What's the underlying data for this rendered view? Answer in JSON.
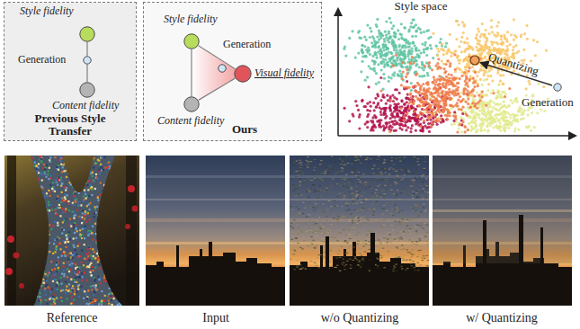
{
  "diagram": {
    "nodes": [
      {
        "text": [
          "Previous Style Transfer"
        ]
      },
      {
        "text": [
          "Style fidelity"
        ],
        "in": 0
      },
      {
        "text": [
          "Generation"
        ],
        "in": 0
      },
      {
        "text": [
          "Content fidelity"
        ],
        "in": 0
      },
      {
        "text": [
          "Ours"
        ]
      },
      {
        "text": [
          "Style fidelity"
        ],
        "in": 4
      },
      {
        "text": [
          "Generation"
        ],
        "in": 4
      },
      {
        "text": [
          "Visual fidelity"
        ],
        "in": 4
      },
      {
        "text": [
          "Content fidelity"
        ],
        "in": 4
      },
      {
        "text": [
          "Generation"
        ]
      }
    ],
    "edges": [
      {
        "from": 1,
        "to": 2,
        "arrow": "none"
      },
      {
        "from": 2,
        "to": 3,
        "arrow": "none"
      },
      {
        "from": 5,
        "to": 7,
        "arrow": "none"
      },
      {
        "from": 7,
        "to": 8,
        "arrow": "none"
      },
      {
        "from": 8,
        "to": 5,
        "arrow": "none"
      }
    ],
    "labels": [
      "Style space",
      "Quantizing",
      "Reference",
      "Input",
      "w/o Quantizing",
      "w/ Quantizing"
    ]
  }
}
